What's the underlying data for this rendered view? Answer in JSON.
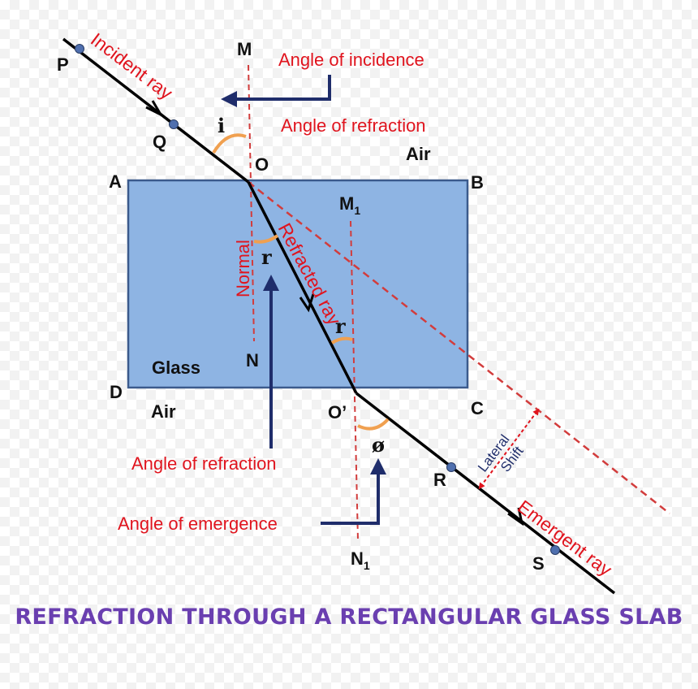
{
  "labels": {
    "P": "P",
    "Q": "Q",
    "M": "M",
    "O": "O",
    "A": "A",
    "B": "B",
    "M1": "M",
    "M1_sub": "1",
    "D": "D",
    "C": "C",
    "N": "N",
    "O_prime": "O’",
    "N1": "N",
    "N1_sub": "1",
    "R": "R",
    "S": "S",
    "air_top": "Air",
    "air_bottom": "Air",
    "glass": "Glass"
  },
  "angles": {
    "i": "i",
    "r_top": "r",
    "r_bottom": "r",
    "emergence": "ø"
  },
  "annotations": {
    "incident_ray": "Incident ray",
    "refracted_ray": "Refracted ray",
    "emergent_ray": "Emergent ray",
    "normal": "Normal",
    "angle_incidence": "Angle of incidence",
    "angle_refraction_top": "Angle of refraction",
    "angle_refraction_bottom": "Angle of refraction",
    "angle_emergence": "Angle of emergence",
    "lateral": "Lateral",
    "shift": "Shift"
  },
  "title": "REFRACTION THROUGH A RECTANGULAR GLASS SLAB",
  "colors": {
    "slab_fill": "#8eb4e3",
    "slab_stroke": "#3b5a8c",
    "ray": "#000000",
    "dashed": "#d23c3c",
    "arc": "#f0a050",
    "arrow_navy": "#1f2d6b",
    "text_red": "#e0141e",
    "title": "#6a3fb0",
    "point_dot": "#4f6fae"
  }
}
